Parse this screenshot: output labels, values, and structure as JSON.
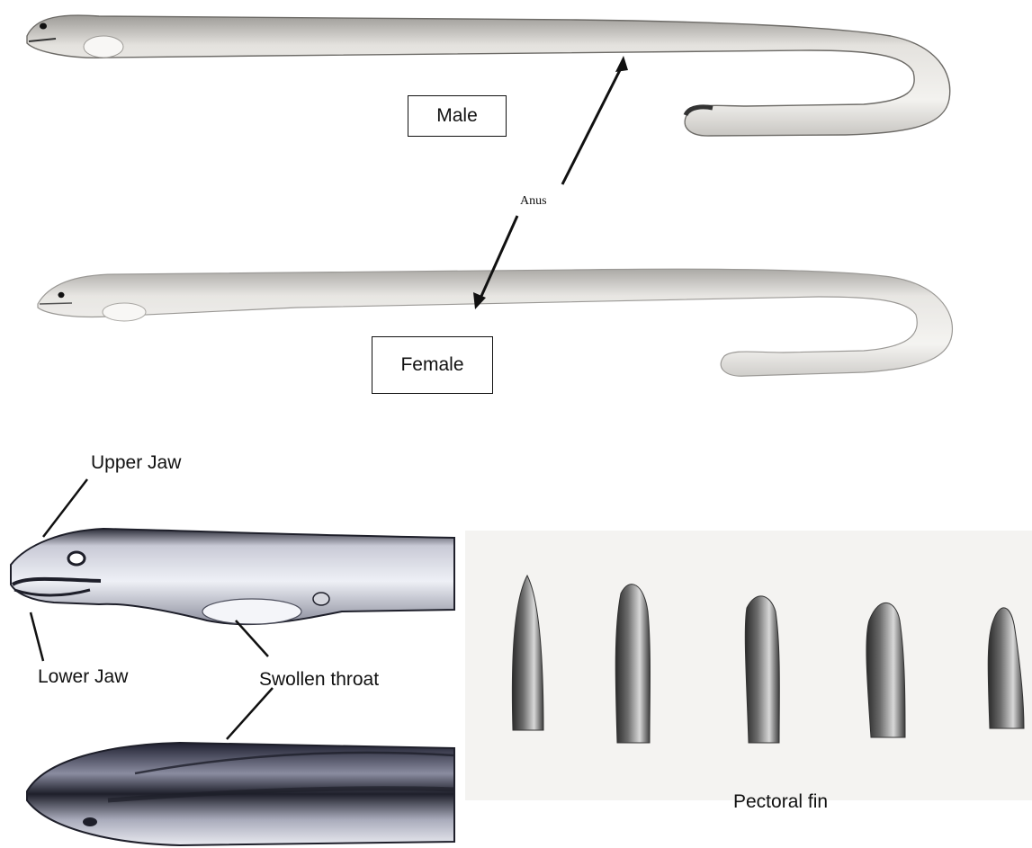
{
  "labels": {
    "male": "Male",
    "female": "Female",
    "anus": "Anus",
    "upper_jaw": "Upper Jaw",
    "lower_jaw": "Lower Jaw",
    "swollen_throat": "Swollen throat",
    "pectoral_fin": "Pectoral fin"
  },
  "colors": {
    "ink": "#111111",
    "body_fill": "#f1f0ee",
    "body_shade": "#b9b7b3",
    "panel_bg": "#f4f3f1",
    "head_dark": "#1e1f2a"
  }
}
